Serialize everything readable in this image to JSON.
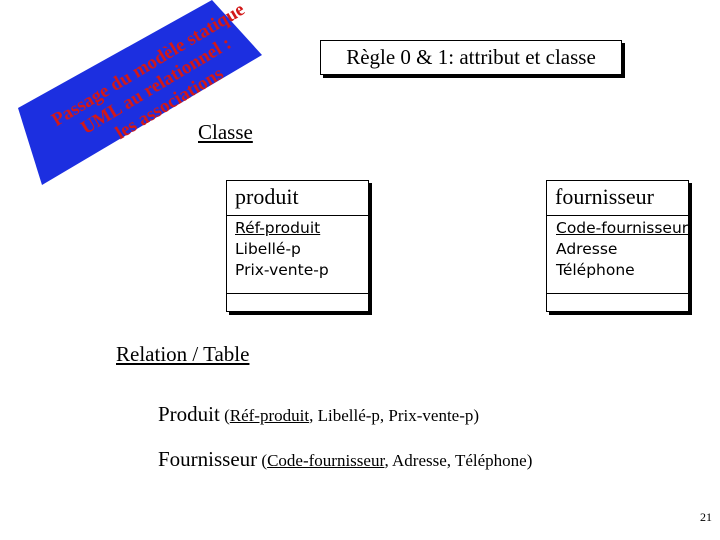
{
  "banner": {
    "lines": [
      "Passage du modèle statique",
      "UML au relationnel :",
      "les associations"
    ],
    "color": "#1c2fe0",
    "text_color": "#d21818"
  },
  "rule_title": "Règle 0 & 1: attribut et classe",
  "section_class": "Classe",
  "classes": [
    {
      "name": "produit",
      "attributes": [
        "Réf-produit",
        "Libellé-p",
        "Prix-vente-p"
      ]
    },
    {
      "name": "fournisseur",
      "attributes": [
        "Code-fournisseur",
        "Adresse",
        "Téléphone"
      ]
    }
  ],
  "section_relation": "Relation / Table",
  "relations": [
    {
      "name": "Produit",
      "open": " (",
      "key": "Réf-produit",
      "rest": ", Libellé-p, Prix-vente-p)"
    },
    {
      "name": "Fournisseur",
      "open": " (",
      "key": "Code-fournisseur",
      "rest": ", Adresse, Téléphone)"
    }
  ],
  "page_number": "21"
}
